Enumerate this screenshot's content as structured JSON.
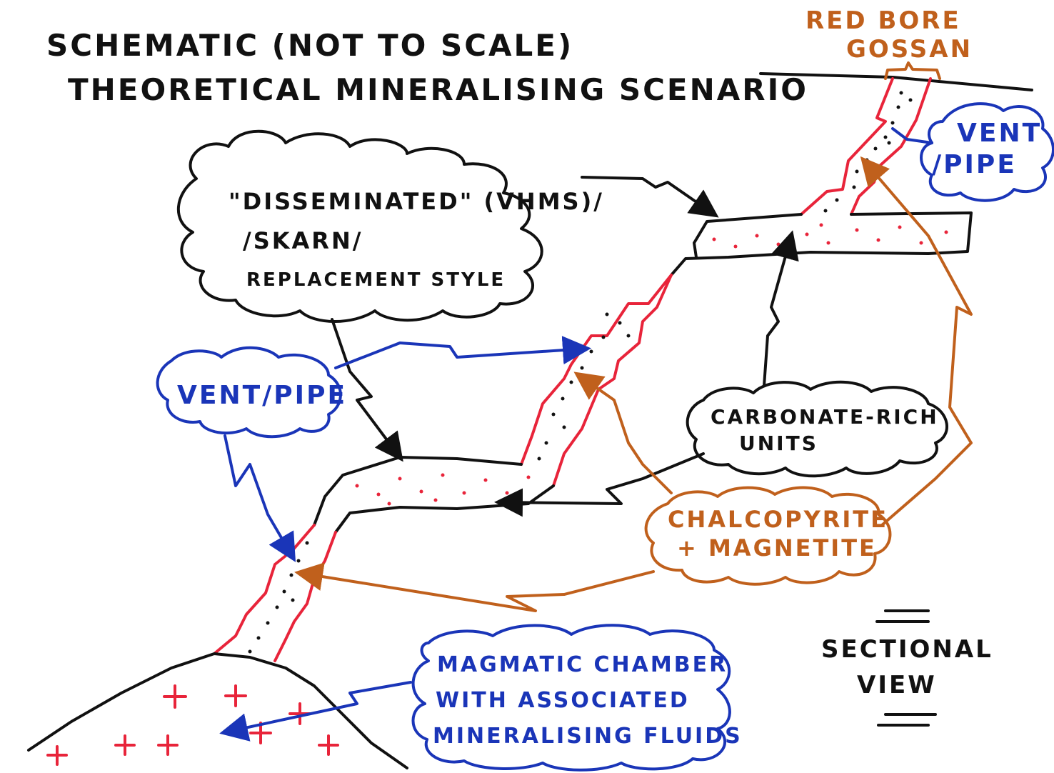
{
  "title": {
    "line1": "SCHEMATIC (NOT TO SCALE)",
    "line2": "THEORETICAL MINERALISING SCENARIO"
  },
  "gossan": {
    "line1": "RED BORE",
    "line2": "GOSSAN"
  },
  "cloud_disseminated": {
    "line1": "\"DISSEMINATED\" (VHMS)/",
    "line2": "/SKARN/",
    "line3": "REPLACEMENT STYLE"
  },
  "cloud_vent_top": {
    "line1": "VENT",
    "line2": "/PIPE"
  },
  "cloud_vent_left": {
    "line1": "VENT/PIPE"
  },
  "cloud_carbonate": {
    "line1": "CARBONATE-RICH",
    "line2": "UNITS"
  },
  "cloud_chalco": {
    "line1": "CHALCOPYRITE",
    "line2": "+ MAGNETITE"
  },
  "cloud_magmatic": {
    "line1": "MAGMATIC CHAMBER",
    "line2": "WITH ASSOCIATED",
    "line3": "MINERALISING FLUIDS"
  },
  "sectional": {
    "line1": "SECTIONAL",
    "line2": "VIEW"
  },
  "colors": {
    "ink": "#111111",
    "blue": "#1a35b8",
    "orange": "#c0601c",
    "red": "#e8243a"
  }
}
